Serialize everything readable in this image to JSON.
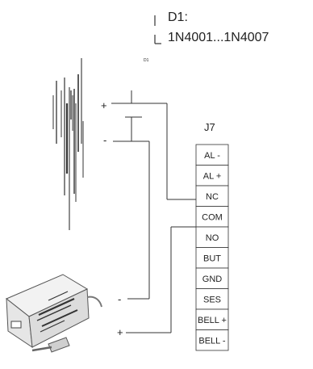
{
  "diode_note": {
    "line1": "D1:",
    "line2": "1N4001...1N4007"
  },
  "diode_small_label": "D1",
  "terminal_block": {
    "title": "J7",
    "terminals": [
      "AL -",
      "AL +",
      "NC",
      "COM",
      "NO",
      "BUT",
      "GND",
      "SES",
      "BELL +",
      "BELL -"
    ]
  },
  "polarity": {
    "battery_plus": "+",
    "battery_minus": "-",
    "adapter_minus": "-",
    "adapter_plus": "+"
  },
  "colors": {
    "line": "#333333",
    "text": "#222222",
    "adapter_body": "#eeeeee"
  }
}
